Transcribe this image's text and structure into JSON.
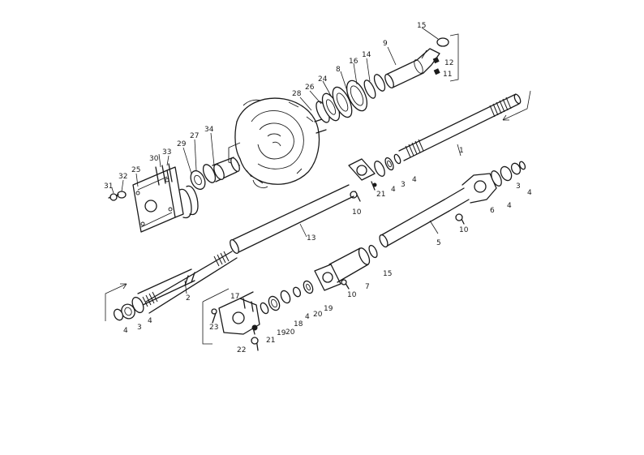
{
  "callouts": {
    "c1": "1",
    "c2": "2",
    "c3a": "3",
    "c3b": "3",
    "c3c": "3",
    "c4a": "4",
    "c4b": "4",
    "c4c": "4",
    "c4d": "4",
    "c4e": "4",
    "c4f": "4",
    "c5": "5",
    "c6": "6",
    "c7": "7",
    "c8": "8",
    "c9": "9",
    "c10a": "10",
    "c10b": "10",
    "c10c": "10",
    "c11": "11",
    "c12": "12",
    "c13": "13",
    "c14": "14",
    "c15a": "15",
    "c15b": "15",
    "c16": "16",
    "c17": "17",
    "c18": "18",
    "c19a": "19",
    "c19b": "19",
    "c20a": "20",
    "c20b": "20",
    "c21a": "21",
    "c21b": "21",
    "c22": "22",
    "c23": "23",
    "c24": "24",
    "c25": "25",
    "c26": "26",
    "c27": "27",
    "c28": "28",
    "c29": "29",
    "c30": "30",
    "c31": "31",
    "c32": "32",
    "c33": "33",
    "c34": "34"
  }
}
